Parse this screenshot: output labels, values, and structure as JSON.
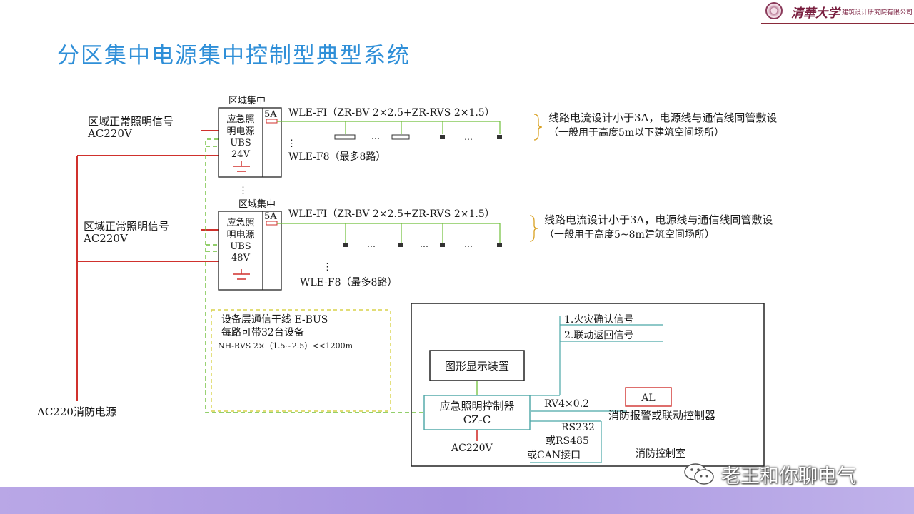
{
  "slide": {
    "title": "分区集中电源集中控制型典型系统"
  },
  "logo": {
    "university": "清華大学",
    "institute": "建筑设计研究院有限公司"
  },
  "zone1": {
    "header": "区域集中",
    "input_signal": "区域正常照明信号",
    "input_power": "AC220V",
    "unit_lines": [
      "应急照",
      "明电源",
      "UBS",
      "24V"
    ],
    "fuse": "5A",
    "circuit": "WLE-FI（ZR-BV 2×2.5+ZR-RVS 2×1.5）",
    "branch": "WLE-F8（最多8路）",
    "ellipsis": "…",
    "note1": "线路电流设计小于3A，电源线与通信线同管敷设",
    "note2": "（一般用于高度5m以下建筑空间场所）"
  },
  "zone2": {
    "header": "区域集中",
    "input_signal": "区域正常照明信号",
    "input_power": "AC220V",
    "unit_lines": [
      "应急照",
      "明电源",
      "UBS",
      "48V"
    ],
    "fuse": "5A",
    "circuit": "WLE-FI（ZR-BV 2×2.5+ZR-RVS 2×1.5）",
    "branch": "WLE-F8（最多8路）",
    "ellipsis": "…",
    "note1": "线路电流设计小于3A，电源线与通信线同管敷设",
    "note2": "（一般用于高度5~8m建筑空间场所）"
  },
  "vdots": "⋮",
  "fire_power": "AC220消防电源",
  "bus": {
    "line1": "设备层通信干线 E-BUS",
    "line2": "每路可带32台设备",
    "line3": "NH-RVS 2×（1.5~2.5）<<1200m"
  },
  "control_room": {
    "display": "图形显示装置",
    "controller_line1": "应急照明控制器",
    "controller_line2": "CZ-C",
    "ac_in": "AC220V",
    "signal1": "1.火灾确认信号",
    "signal2": "2.联动返回信号",
    "rv_cable": "RV4×0.2",
    "al_box": "AL",
    "fire_ctrl": "消防报警或联动控制器",
    "iface1": "RS232",
    "iface2": "或RS485",
    "iface3": "或CAN接口",
    "room_name": "消防控制室"
  },
  "watermark": {
    "text": "老王和你聊电气"
  },
  "colors": {
    "title": "#2f8fd8",
    "power_red": "#d0312d",
    "bus_green": "#6fbf3a",
    "bus_yellow": "#d8d24a",
    "iface_teal": "#4aa6a6",
    "footer": "#a894e0"
  }
}
